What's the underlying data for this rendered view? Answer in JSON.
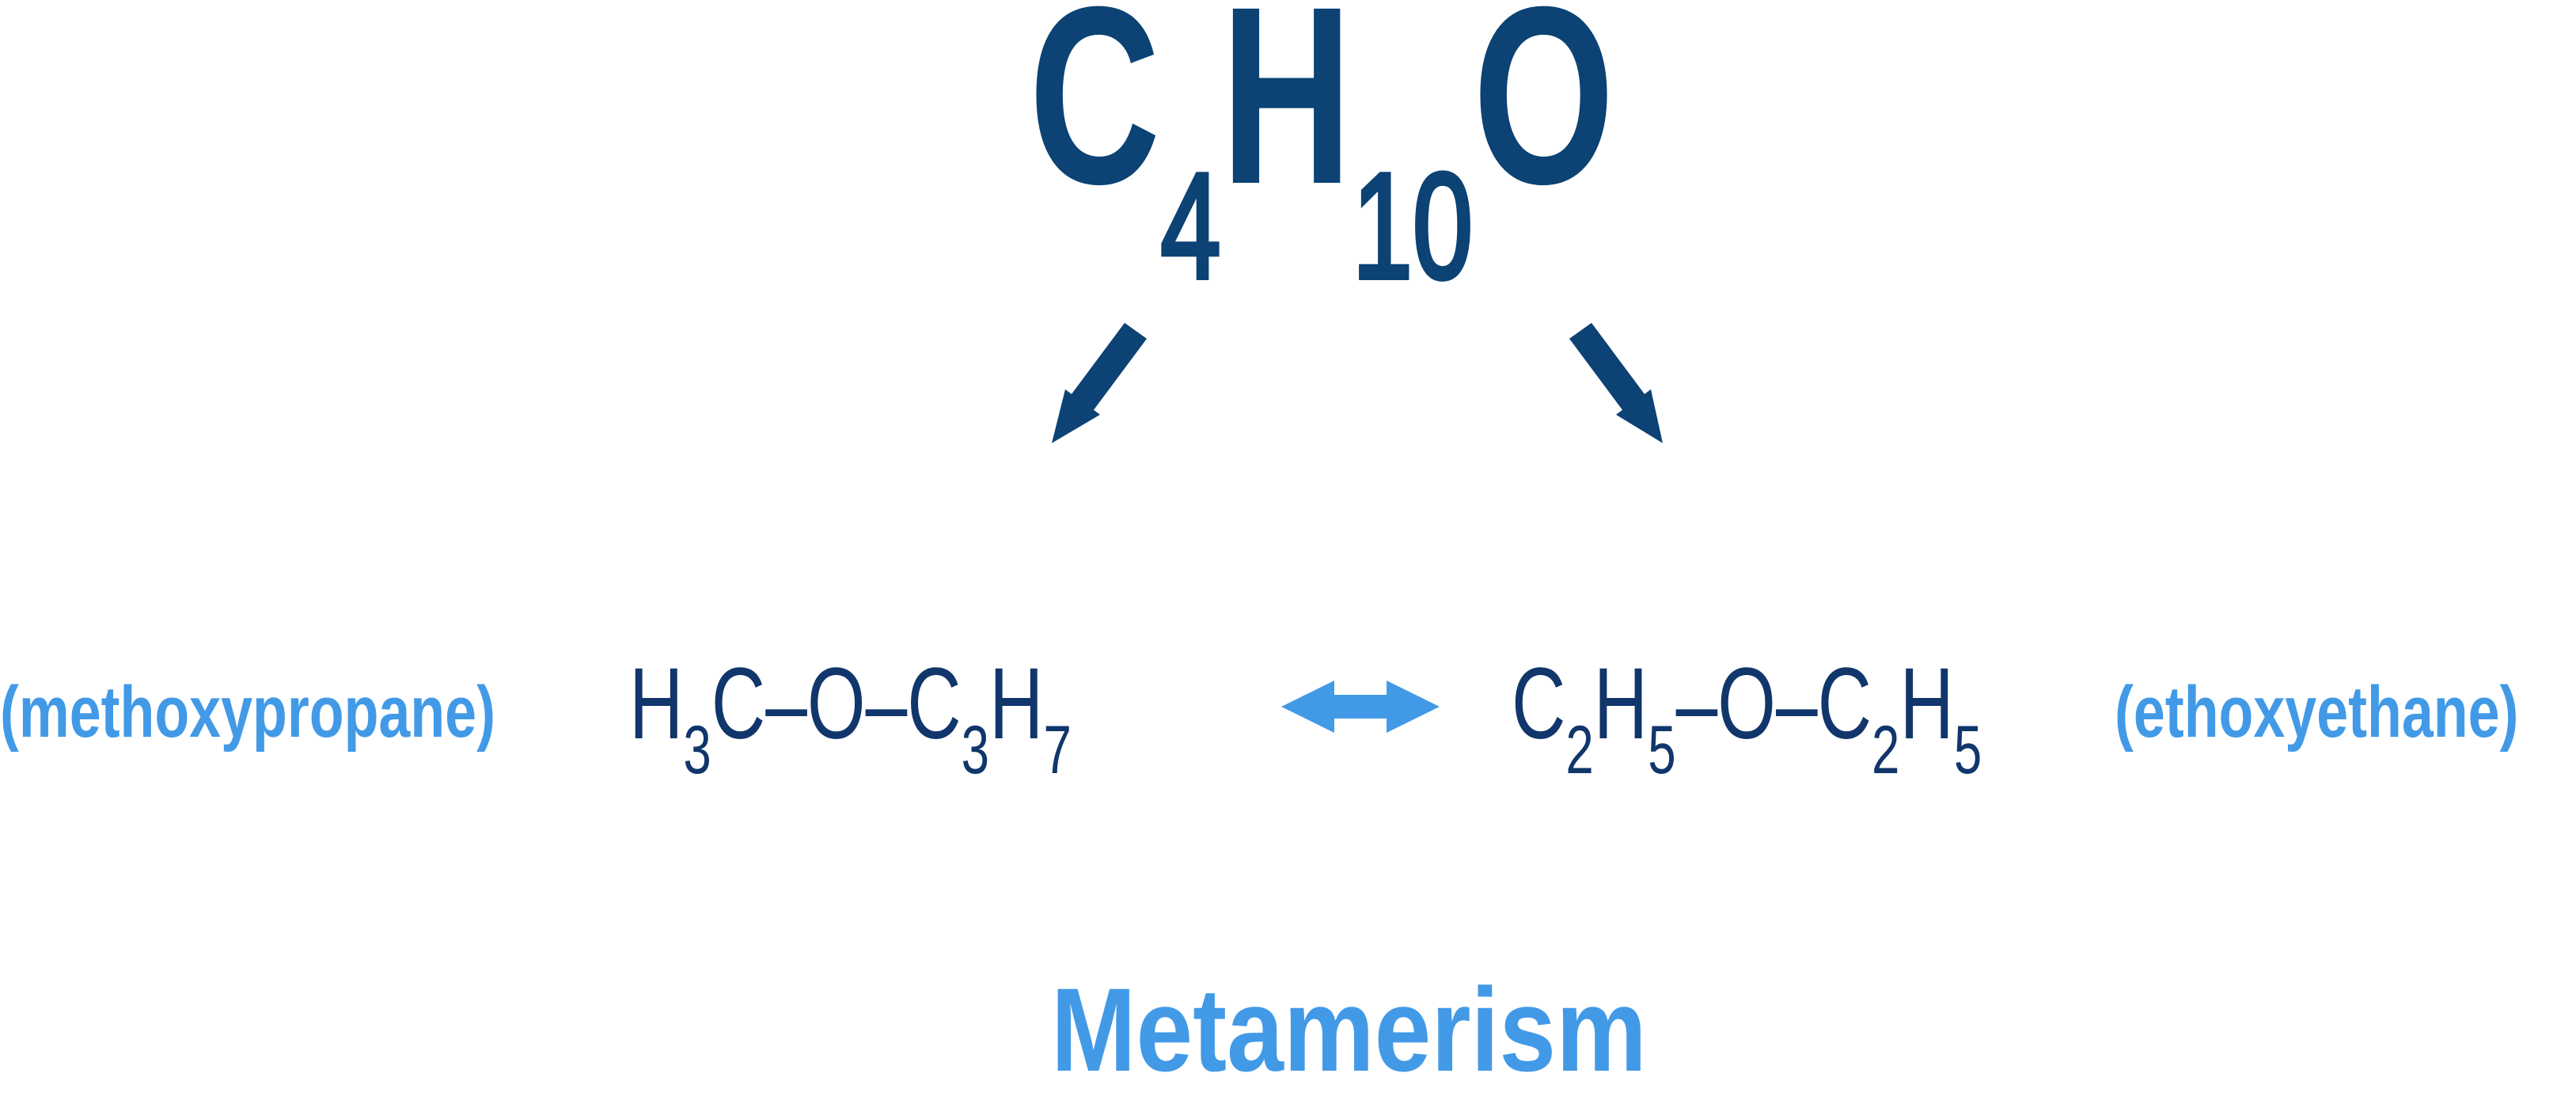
{
  "diagram": {
    "formula": {
      "c": "C",
      "c_sub": "4",
      "h": "H",
      "h_sub": "10",
      "o": "O"
    },
    "left_isomer": {
      "name": "(methoxypropane)",
      "parts": {
        "h1": "H",
        "h1_sub": "3",
        "c1": "C",
        "bond1": "–",
        "o": "O",
        "bond2": "–",
        "c2": "C",
        "c2_sub": "3",
        "h2": "H",
        "h2_sub": "7"
      }
    },
    "right_isomer": {
      "name": "(ethoxyethane)",
      "parts": {
        "c1": "C",
        "c1_sub": "2",
        "h1": "H",
        "h1_sub": "5",
        "bond1": "–",
        "o": "O",
        "bond2": "–",
        "c2": "C",
        "c2_sub": "2",
        "h2": "H",
        "h2_sub": "5"
      }
    },
    "title": "Metamerism",
    "colors": {
      "dark": "#0c4274",
      "light": "#429ae7"
    },
    "icons": {
      "left_arrow": "arrow-down-left",
      "right_arrow": "arrow-down-right",
      "relation": "double-headed-arrow"
    }
  }
}
